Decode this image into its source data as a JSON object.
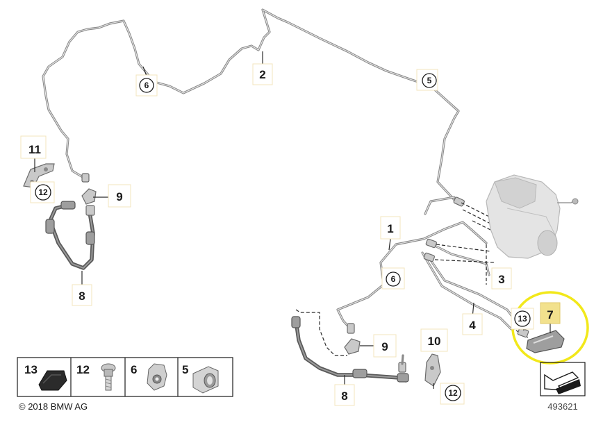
{
  "diagram": {
    "callouts": {
      "c1": "1",
      "c2": "2",
      "c3": "3",
      "c4": "4",
      "c5": "5",
      "c6a": "6",
      "c6b": "6",
      "c7": "7",
      "c8a": "8",
      "c8b": "8",
      "c9a": "9",
      "c9b": "9",
      "c10": "10",
      "c11": "11",
      "c12a": "12",
      "c12b": "12",
      "c13": "13"
    },
    "legend": [
      "13",
      "12",
      "6",
      "5"
    ],
    "copyright": "© 2018 BMW AG",
    "image_number": "493621",
    "highlight_color": "#f2e81a",
    "tag_fill": "#f2e18d"
  }
}
